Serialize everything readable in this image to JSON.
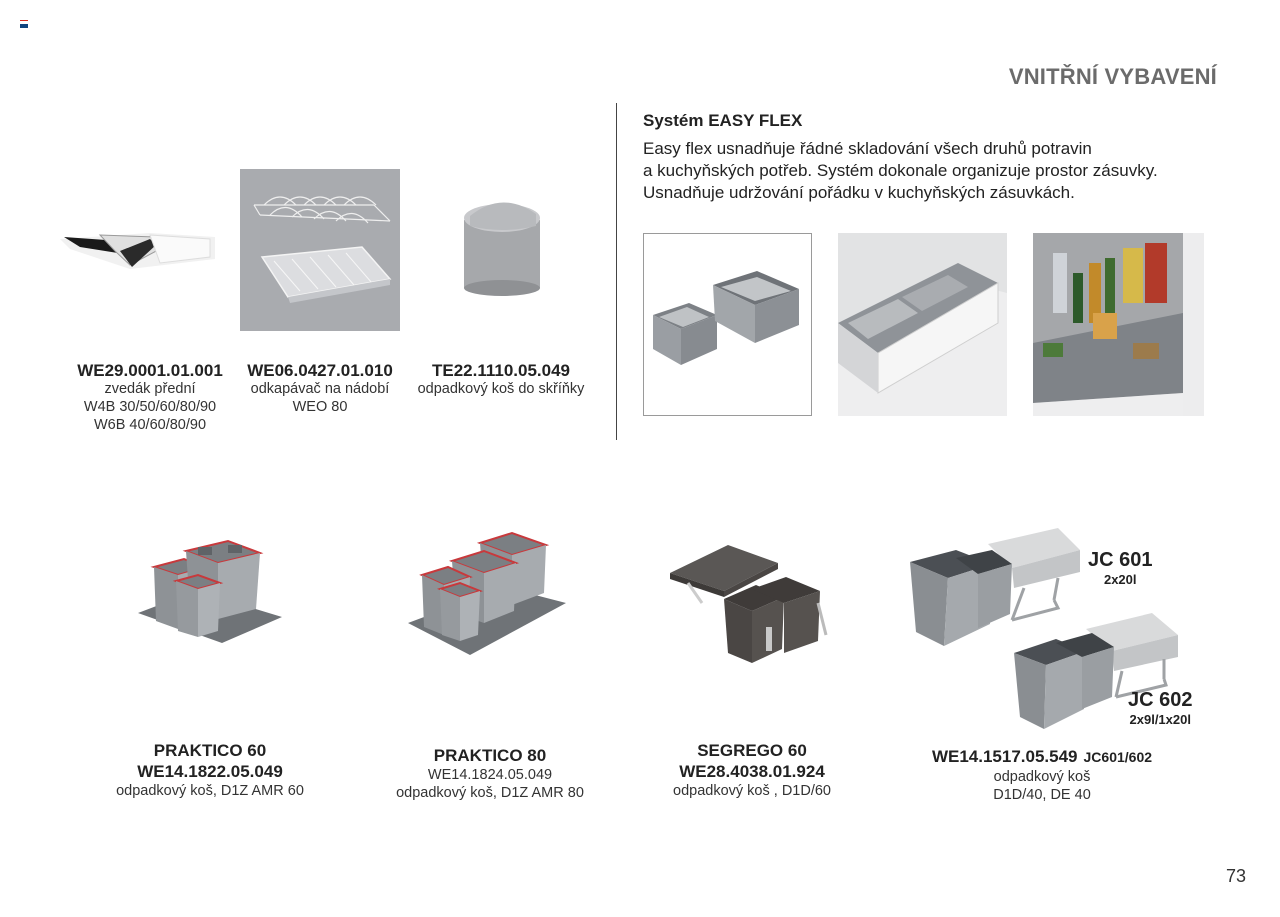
{
  "header": {
    "section_title": "VNITŘNÍ VYBAVENÍ",
    "flag_colors": [
      "#d52b1e",
      "#ffffff",
      "#11457e"
    ]
  },
  "intro": {
    "heading": "Systém EASY FLEX",
    "lines": [
      "Easy flex usnadňuje řádné skladování všech druhů potravin",
      "a kuchyňských potřeb. Systém dokonale organizuje prostor zásuvky.",
      "Usnadňuje udržování pořádku v kuchyňských zásuvkách."
    ]
  },
  "top_products": [
    {
      "code": "WE29.0001.01.001",
      "lines": [
        "zvedák přední",
        "W4B 30/50/60/80/90",
        "W6B 40/60/80/90"
      ],
      "icon": "front-lift-image"
    },
    {
      "code": "WE06.0427.01.010",
      "lines": [
        "odkapávač na nádobí",
        "WEO 80"
      ],
      "icon": "dish-drainer-image"
    },
    {
      "code": "TE22.1110.05.049",
      "lines": [
        "odpadkový koš do skříňky"
      ],
      "icon": "cabinet-bin-image"
    }
  ],
  "bottom_products": [
    {
      "name": "PRAKTICO 60",
      "code": "WE14.1822.05.049",
      "lines": [
        "odpadkový koš, D1Z AMR 60"
      ]
    },
    {
      "name": "PRAKTICO 80",
      "code": "WE14.1824.05.049",
      "lines": [
        "odpadkový koš, D1Z AMR 80"
      ]
    },
    {
      "name": "SEGREGO 60",
      "code": "WE28.4038.01.924",
      "lines": [
        "odpadkový koš , D1D/60"
      ]
    },
    {
      "name": "",
      "code": "WE14.1517.05.549",
      "code_suffix": "JC601/602",
      "lines": [
        "odpadkový koš",
        "D1D/40, DE 40"
      ]
    }
  ],
  "jc_labels": [
    {
      "code": "JC 601",
      "capacity": "2x20l"
    },
    {
      "code": "JC 602",
      "capacity": "2x9l/1x20l"
    }
  ],
  "page_number": "73",
  "colors": {
    "title_gray": "#6b6b6b",
    "bin_gray": "#8e9296",
    "bin_rim_red": "#c8393c",
    "dark_bin": "#4a4644"
  }
}
